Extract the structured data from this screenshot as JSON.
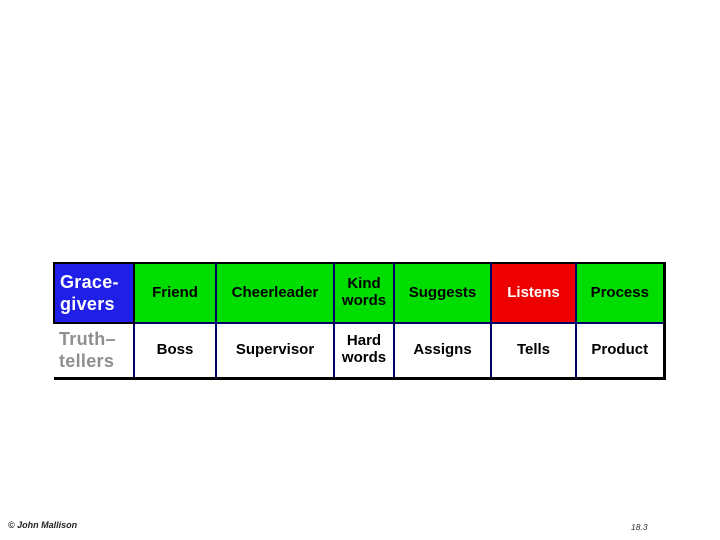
{
  "slide": {
    "background": "#ffffff",
    "description": "Grace-givers vs Truth-tellers comparison table"
  },
  "table": {
    "colors": {
      "blue": "#1f1fe8",
      "green": "#00dd00",
      "red": "#ee0000",
      "white": "#ffffff",
      "black_text": "#000000",
      "white_text": "#ffffff",
      "gray_text": "#8f8f8f",
      "border_inner": "#000066",
      "border_outer": "#000000"
    },
    "row_headers": [
      {
        "lines": [
          "Grace-",
          "givers"
        ],
        "bg": "#1f1fe8",
        "text_color": "#ffffff"
      },
      {
        "lines": [
          "Truth–",
          "tellers"
        ],
        "bg": "#ffffff",
        "text_color": "#8f8f8f"
      }
    ],
    "rows": [
      {
        "cells": [
          {
            "text": "Friend",
            "bg": "#00dd00",
            "text_color": "#000000"
          },
          {
            "text": "Cheerleader",
            "bg": "#00dd00",
            "text_color": "#000000"
          },
          {
            "text": "Kind words",
            "bg": "#00dd00",
            "text_color": "#000000"
          },
          {
            "text": "Suggests",
            "bg": "#00dd00",
            "text_color": "#000000"
          },
          {
            "text": "Listens",
            "bg": "#ee0000",
            "text_color": "#ffffff"
          },
          {
            "text": "Process",
            "bg": "#00dd00",
            "text_color": "#000000"
          }
        ]
      },
      {
        "cells": [
          {
            "text": "Boss",
            "bg": "#ffffff",
            "text_color": "#000000"
          },
          {
            "text": "Supervisor",
            "bg": "#ffffff",
            "text_color": "#000000"
          },
          {
            "text": "Hard words",
            "bg": "#ffffff",
            "text_color": "#000000"
          },
          {
            "text": "Assigns",
            "bg": "#ffffff",
            "text_color": "#000000"
          },
          {
            "text": "Tells",
            "bg": "#ffffff",
            "text_color": "#000000"
          },
          {
            "text": "Product",
            "bg": "#ffffff",
            "text_color": "#000000"
          }
        ]
      }
    ]
  },
  "footer": {
    "credit": "© John Mallison",
    "page_number": "18.3"
  }
}
